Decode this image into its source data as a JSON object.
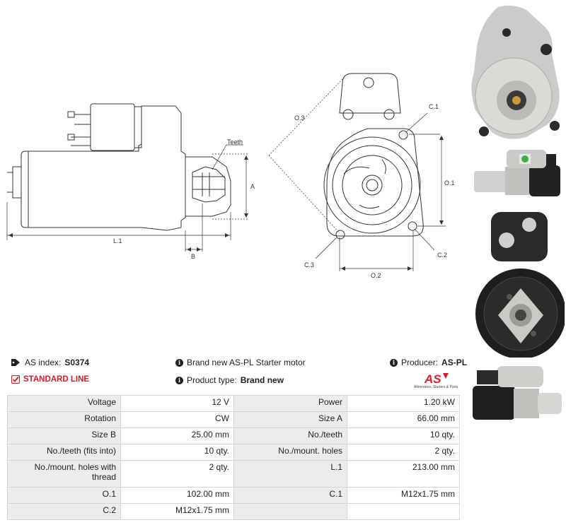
{
  "drawing": {
    "labels": {
      "teeth": "Teeth",
      "a": "A",
      "b": "B",
      "l1": "L.1",
      "o3": "O.3",
      "c1": "C.1",
      "o1": "O.1",
      "c2": "C.2",
      "c3": "C.3",
      "o2": "O.2"
    }
  },
  "info": {
    "index_label": "AS index:",
    "index_value": "S0374",
    "line": "STANDARD LINE",
    "description": "Brand new AS-PL Starter motor",
    "product_type_label": "Product type:",
    "product_type_value": "Brand new",
    "producer_label": "Producer:",
    "producer_value": "AS-PL",
    "logo_text": "AS",
    "logo_caption": "Alternators, Starters & Parts"
  },
  "specs": [
    [
      "Voltage",
      "12 V",
      "Power",
      "1.20 kW"
    ],
    [
      "Rotation",
      "CW",
      "Size A",
      "66.00 mm"
    ],
    [
      "Size B",
      "25.00 mm",
      "No./teeth",
      "10 qty."
    ],
    [
      "No./teeth (fits into)",
      "10 qty.",
      "No./mount. holes",
      "2 qty."
    ],
    [
      "No./mount. holes with thread",
      "2 qty.",
      "L.1",
      "213.00 mm"
    ],
    [
      "O.1",
      "102.00 mm",
      "C.1",
      "M12x1.75 mm"
    ],
    [
      "C.2",
      "M12x1.75 mm",
      "",
      ""
    ]
  ],
  "colors": {
    "accent_red": "#d0202a",
    "label_bg": "#ececec",
    "border": "#d5d5d5"
  }
}
